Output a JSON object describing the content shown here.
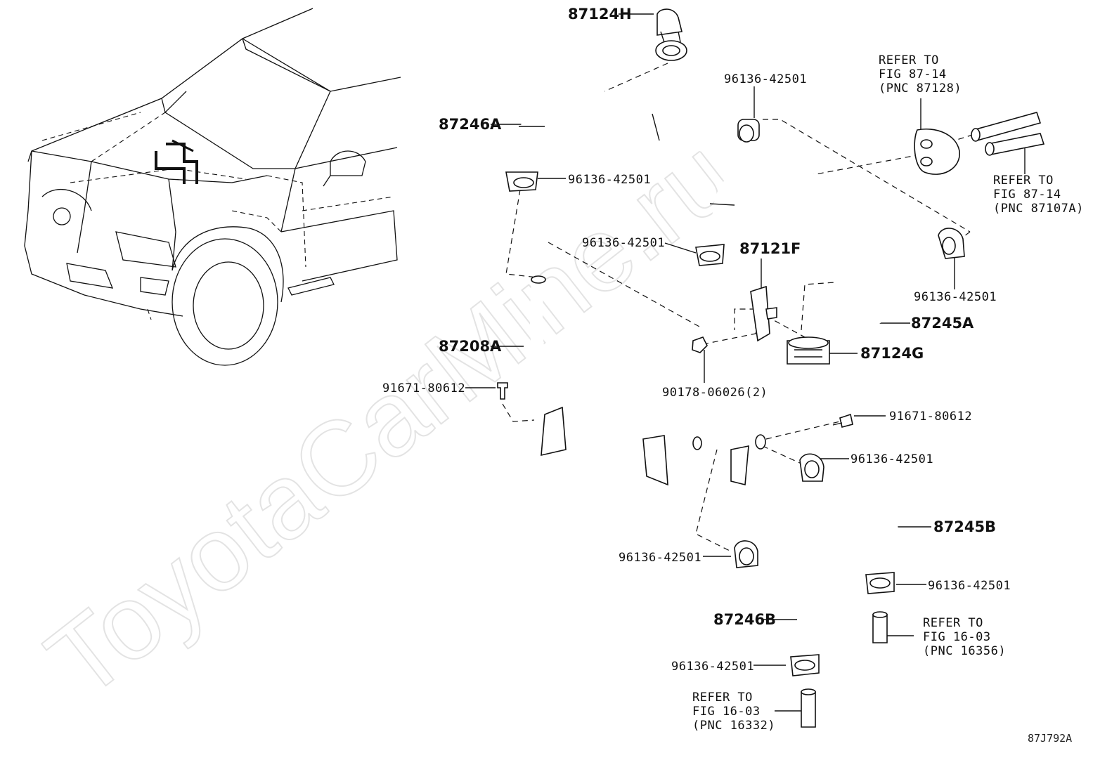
{
  "watermark": "ToyotaCarMine.ru",
  "figure_code": "87J792A",
  "labels": {
    "p87124H": "87124H",
    "p87246A": "87246A",
    "clamp_top_center": "96136-42501",
    "refer_87128_l1": "REFER TO",
    "refer_87128_l2": "FIG 87-14",
    "refer_87128_l3": "(PNC 87128)",
    "clamp_left_upper": "96136-42501",
    "refer_87107A_l1": "REFER TO",
    "refer_87107A_l2": "FIG 87-14",
    "refer_87107A_l3": "(PNC 87107A)",
    "clamp_mid": "96136-42501",
    "p87121F": "87121F",
    "clamp_right": "96136-42501",
    "p87245A": "87245A",
    "p87124G": "87124G",
    "p87208A": "87208A",
    "bolt_left": "91671-80612",
    "nut": "90178-06026(2)",
    "bolt_right": "91671-80612",
    "clamp_pipe_end": "96136-42501",
    "p87245B": "87245B",
    "clamp_lower_left": "96136-42501",
    "clamp_lower_right": "96136-42501",
    "p87246B": "87246B",
    "refer_16356_l1": "REFER TO",
    "refer_16356_l2": "FIG 16-03",
    "refer_16356_l3": "(PNC 16356)",
    "clamp_bottom": "96136-42501",
    "refer_16332_l1": "REFER TO",
    "refer_16332_l2": "FIG 16-03",
    "refer_16332_l3": "(PNC 16332)"
  }
}
